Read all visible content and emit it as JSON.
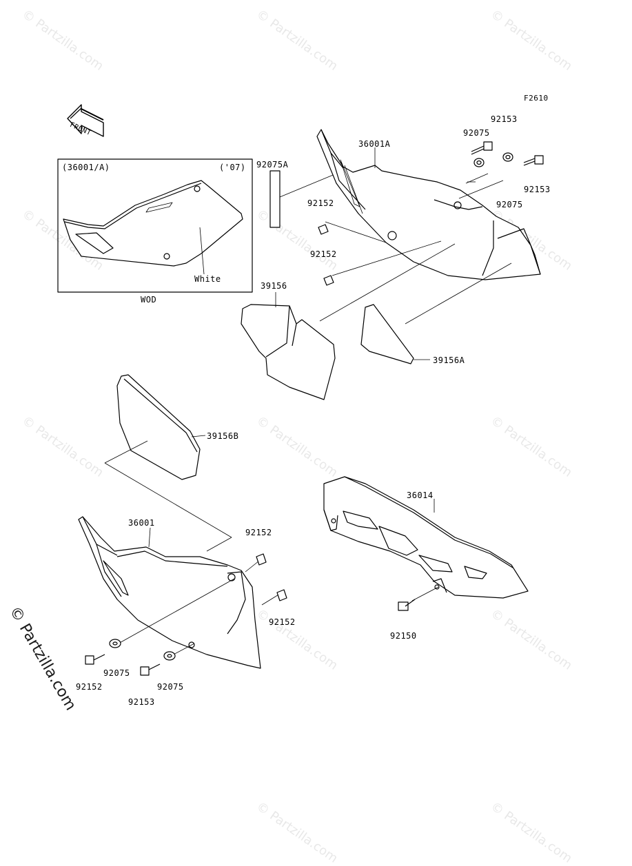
{
  "diagram": {
    "code": "F2610",
    "front_label": "FRONT",
    "inset": {
      "part_ref": "(36001/A)",
      "year": "('07)",
      "color_note": "White",
      "caption": "WOD"
    },
    "parts": {
      "p36001A": "36001A",
      "p92075A": "92075A",
      "p92153_top": "92153",
      "p92075_top": "92075",
      "p92153_right": "92153",
      "p92075_right": "92075",
      "p92152_a": "92152",
      "p92152_b": "92152",
      "p39156": "39156",
      "p39156A": "39156A",
      "p39156B": "39156B",
      "p36014": "36014",
      "p36001": "36001",
      "p92152_c": "92152",
      "p92152_d": "92152",
      "p92150": "92150",
      "p92075_left": "92075",
      "p92075_mid": "92075",
      "p92152_e": "92152",
      "p92153_bottom": "92153"
    }
  },
  "watermark": {
    "text": "© Partzilla.com",
    "side_text": "© Partzilla.com"
  }
}
